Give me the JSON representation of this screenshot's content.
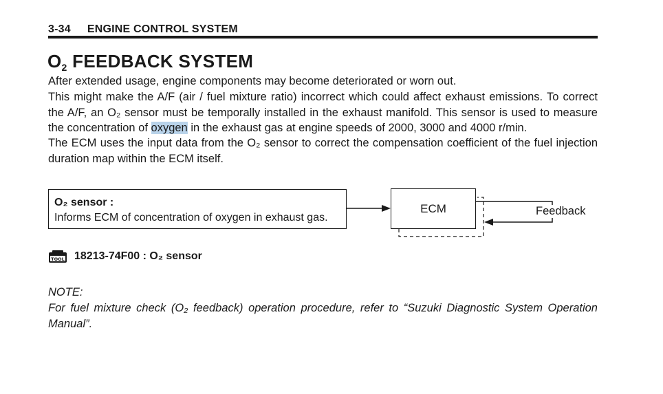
{
  "header": {
    "page_number": "3-34",
    "section": "ENGINE CONTROL SYSTEM"
  },
  "title": {
    "prefix": "O",
    "subscript": "2",
    "suffix": " FEEDBACK SYSTEM"
  },
  "paragraphs": {
    "p1": "After extended usage, engine components may become deteriorated or worn out.",
    "p2_part1": "This might make the A/F (air / fuel mixture ratio) incorrect which could affect  exhaust emissions. To correct the A/F, an O₂ sensor must be temporally installed in the exhaust manifold. This sensor is used to measure the concentration of ",
    "p2_highlight": "oxygen",
    "p2_part2": " in the exhaust gas at engine speeds of 2000, 3000 and 4000 r/min.",
    "p3": "The ECM uses the input data from the O₂ sensor to correct the compensation coefficient of the fuel injection duration map within the ECM itself."
  },
  "diagram": {
    "sensor_box_title": "O₂ sensor :",
    "sensor_box_text": "Informs ECM of concentration of oxygen in exhaust gas.",
    "ecm_label": "ECM",
    "feedback_label": "Feedback"
  },
  "tool": {
    "icon_text": "TOOL",
    "label": "18213-74F00 : O₂ sensor"
  },
  "note": {
    "heading": "NOTE:",
    "text": "For fuel mixture check (O₂ feedback) operation procedure, refer to “Suzuki Diagnostic System Operation Manual”."
  }
}
